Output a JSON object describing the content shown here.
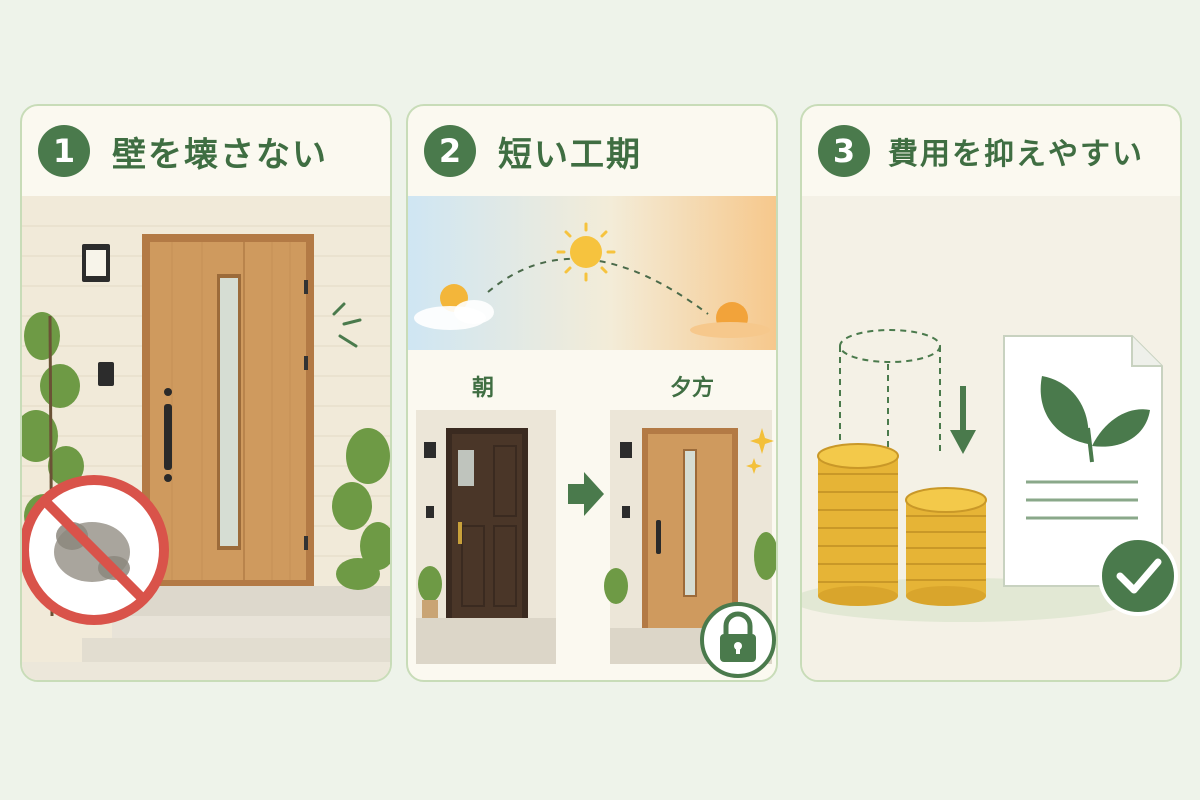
{
  "panels": [
    {
      "number": "1",
      "title": "壁を壊さない"
    },
    {
      "number": "2",
      "title": "短い工期",
      "before_label": "朝",
      "after_label": "夕方"
    },
    {
      "number": "3",
      "title": "費用を抑えやすい"
    }
  ],
  "colors": {
    "accent_green": "#4a7a4c",
    "panel_bg": "#fbf9f0",
    "page_bg": "#eef3ea",
    "prohibit_red": "#d9534a",
    "coin_gold": "#f0c040"
  },
  "icons": [
    "no-dust-icon",
    "sun-icon",
    "arrow-right-icon",
    "lock-icon",
    "coin-stack-icon",
    "arrow-down-icon",
    "leaf-document-icon",
    "check-icon"
  ]
}
